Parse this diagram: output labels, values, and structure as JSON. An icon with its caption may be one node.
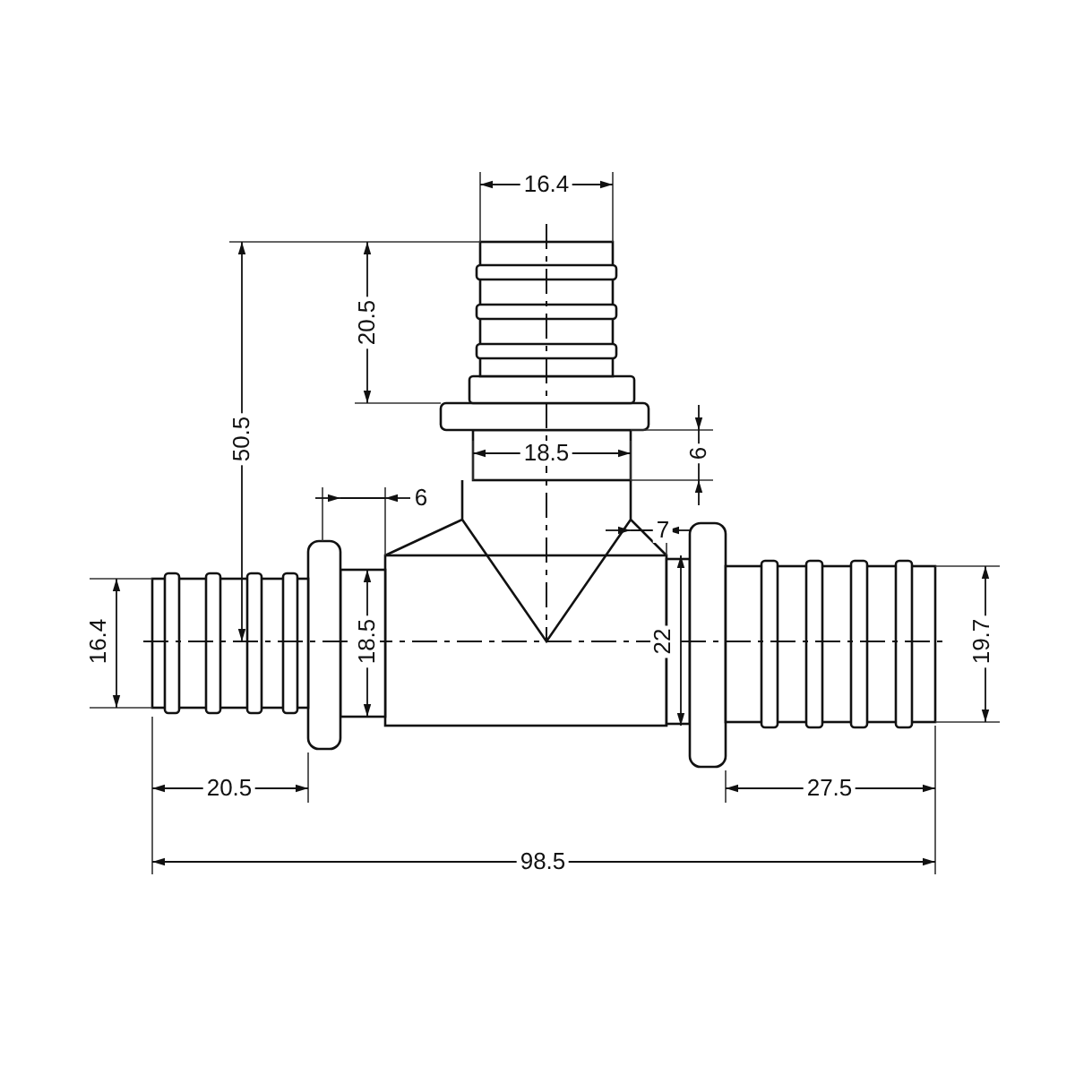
{
  "diagram": {
    "labels": [
      "16.4",
      "20.5",
      "50.5",
      "18.5",
      "6",
      "6",
      "7",
      "16.4",
      "18.5",
      "22",
      "19.7",
      "20.5",
      "27.5",
      "98.5"
    ]
  }
}
